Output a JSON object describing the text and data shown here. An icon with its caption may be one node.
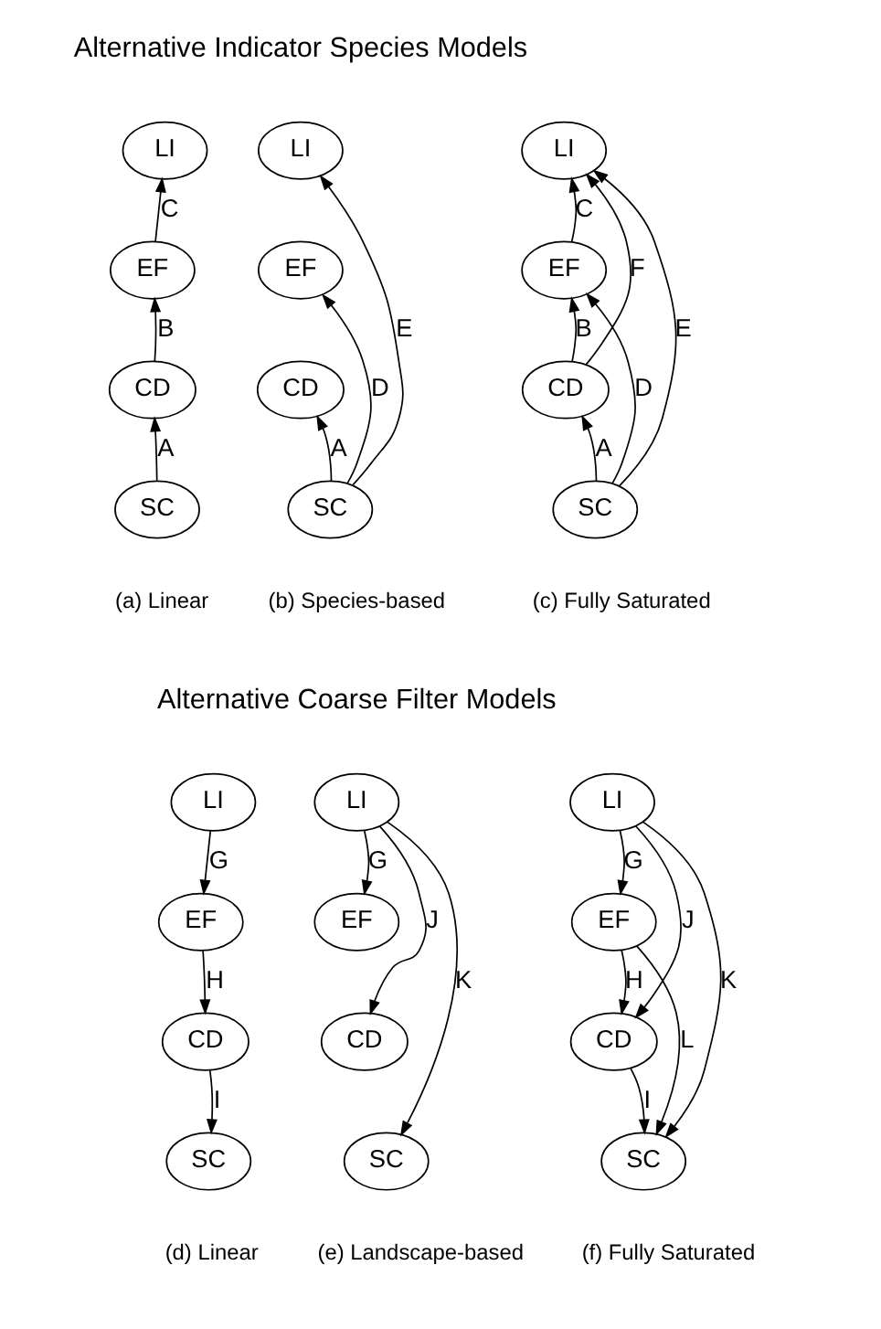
{
  "diagram": {
    "nodes": [
      {
        "text": [
          "LI"
        ]
      },
      {
        "text": [
          "EF"
        ]
      },
      {
        "text": [
          "CD"
        ]
      },
      {
        "text": [
          "SC"
        ]
      },
      {
        "text": [
          "LI"
        ]
      },
      {
        "text": [
          "EF"
        ]
      },
      {
        "text": [
          "CD"
        ]
      },
      {
        "text": [
          "SC"
        ]
      },
      {
        "text": [
          "LI"
        ]
      },
      {
        "text": [
          "EF"
        ]
      },
      {
        "text": [
          "CD"
        ]
      },
      {
        "text": [
          "SC"
        ]
      },
      {
        "text": [
          "LI"
        ]
      },
      {
        "text": [
          "EF"
        ]
      },
      {
        "text": [
          "CD"
        ]
      },
      {
        "text": [
          "SC"
        ]
      },
      {
        "text": [
          "LI"
        ]
      },
      {
        "text": [
          "EF"
        ]
      },
      {
        "text": [
          "CD"
        ]
      },
      {
        "text": [
          "SC"
        ]
      },
      {
        "text": [
          "LI"
        ]
      },
      {
        "text": [
          "EF"
        ]
      },
      {
        "text": [
          "CD"
        ]
      },
      {
        "text": [
          "SC"
        ]
      }
    ],
    "edges": [
      {
        "from": 3,
        "to": 2,
        "arrow": "to",
        "label": "A"
      },
      {
        "from": 2,
        "to": 1,
        "arrow": "to",
        "label": "B"
      },
      {
        "from": 1,
        "to": 0,
        "arrow": "to",
        "label": "C"
      },
      {
        "from": 7,
        "to": 4,
        "arrow": "to",
        "label": "E"
      },
      {
        "from": 7,
        "to": 5,
        "arrow": "to",
        "label": "D"
      },
      {
        "from": 7,
        "to": 6,
        "arrow": "to",
        "label": "A"
      },
      {
        "from": 11,
        "to": 8,
        "arrow": "to",
        "label": "E"
      },
      {
        "from": 10,
        "to": 8,
        "arrow": "to",
        "label": "F"
      },
      {
        "from": 9,
        "to": 8,
        "arrow": "to",
        "label": "C"
      },
      {
        "from": 11,
        "to": 9,
        "arrow": "to",
        "label": "D"
      },
      {
        "from": 10,
        "to": 9,
        "arrow": "to",
        "label": "B"
      },
      {
        "from": 11,
        "to": 10,
        "arrow": "to",
        "label": "A"
      },
      {
        "from": 12,
        "to": 13,
        "arrow": "to",
        "label": "G"
      },
      {
        "from": 13,
        "to": 14,
        "arrow": "to",
        "label": "H"
      },
      {
        "from": 14,
        "to": 15,
        "arrow": "to",
        "label": "I"
      },
      {
        "from": 16,
        "to": 17,
        "arrow": "to",
        "label": "G"
      },
      {
        "from": 16,
        "to": 18,
        "arrow": "to",
        "label": "J"
      },
      {
        "from": 16,
        "to": 19,
        "arrow": "to",
        "label": "K"
      },
      {
        "from": 20,
        "to": 21,
        "arrow": "to",
        "label": "G"
      },
      {
        "from": 20,
        "to": 22,
        "arrow": "to",
        "label": "J"
      },
      {
        "from": 20,
        "to": 23,
        "arrow": "to",
        "label": "K"
      },
      {
        "from": 21,
        "to": 22,
        "arrow": "to",
        "label": "H"
      },
      {
        "from": 21,
        "to": 23,
        "arrow": "to",
        "label": "L"
      },
      {
        "from": 22,
        "to": 23,
        "arrow": "to",
        "label": "I"
      }
    ],
    "labels": [
      "Alternative Indicator Species Models",
      "(a) Linear",
      "(b) Species-based",
      "(c) Fully Saturated",
      "Alternative Coarse Filter Models",
      "(d) Linear",
      "(e) Landscape-based",
      "(f) Fully Saturated"
    ]
  }
}
